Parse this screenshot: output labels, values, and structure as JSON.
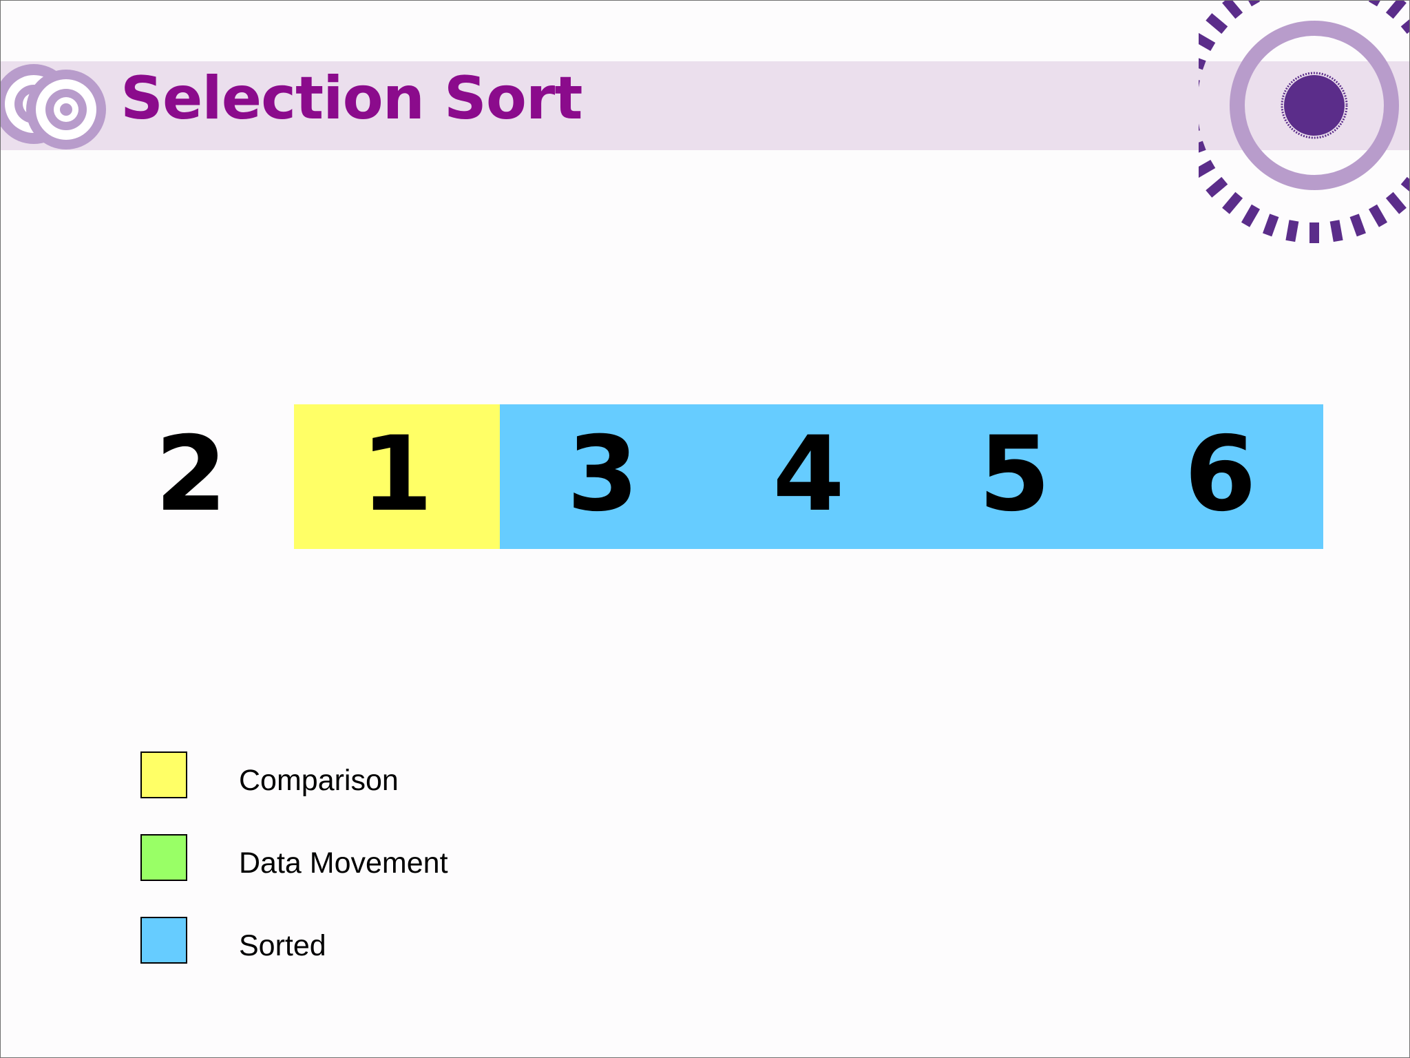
{
  "slide": {
    "title": "Selection Sort"
  },
  "array": {
    "cells": [
      {
        "value": "2",
        "state": "none",
        "color": "transparent"
      },
      {
        "value": "1",
        "state": "comparison",
        "color": "#ffff66"
      },
      {
        "value": "3",
        "state": "sorted",
        "color": "#66ccff"
      },
      {
        "value": "4",
        "state": "sorted",
        "color": "#66ccff"
      },
      {
        "value": "5",
        "state": "sorted",
        "color": "#66ccff"
      },
      {
        "value": "6",
        "state": "sorted",
        "color": "#66ccff"
      }
    ]
  },
  "legend": {
    "items": [
      {
        "label": "Comparison",
        "color": "#ffff66"
      },
      {
        "label": "Data Movement",
        "color": "#99ff66"
      },
      {
        "label": "Sorted",
        "color": "#66ccff"
      }
    ]
  },
  "theme": {
    "title_color": "#8b0b8c",
    "band_color": "#ebdfed",
    "accent_purple": "#5b2d8a",
    "ring_lavender": "#b89ccb"
  }
}
